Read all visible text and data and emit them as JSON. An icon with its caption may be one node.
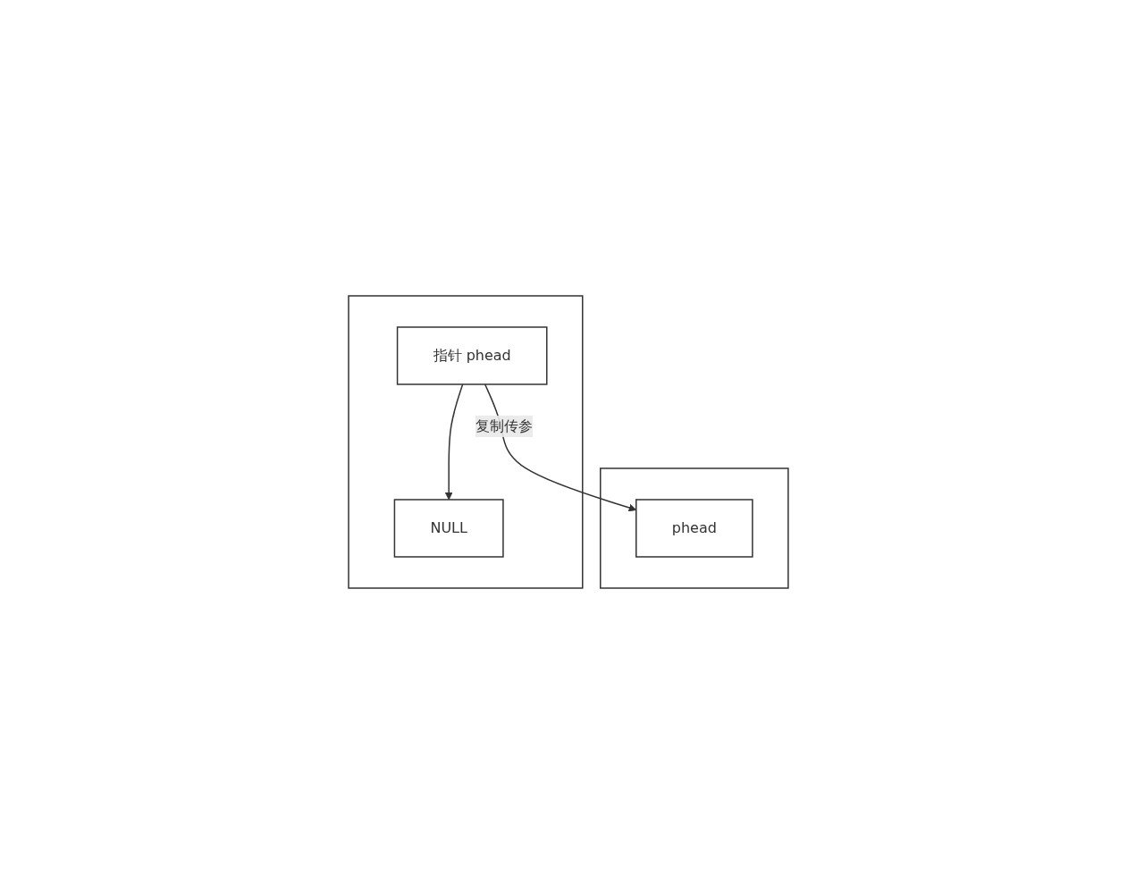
{
  "diagram": {
    "nodes": [
      {
        "text": [],
        "shape": "box"
      },
      {
        "text": [
          "phead"
        ],
        "in": 0
      },
      {
        "text": [],
        "shape": "box"
      },
      {
        "text": [
          "指针 phead"
        ],
        "in": 2
      },
      {
        "text": [
          "NULL"
        ],
        "in": 2
      }
    ],
    "edges": [
      {
        "from": 3,
        "to": 1,
        "arrow": "to",
        "label": "复制传参"
      },
      {
        "from": 3,
        "to": 4,
        "arrow": "to"
      }
    ]
  }
}
